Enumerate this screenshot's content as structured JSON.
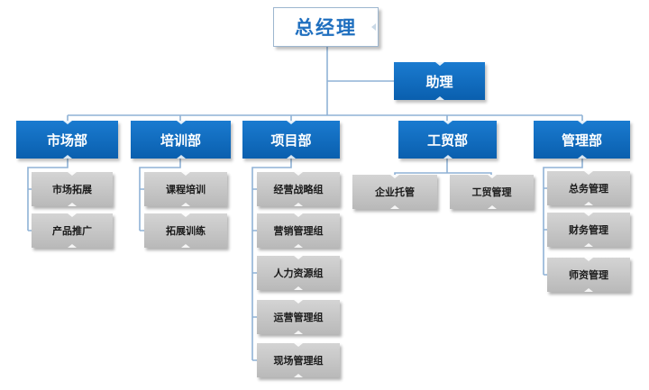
{
  "colors": {
    "accent": "#0a6bc2",
    "connector": "#8fb2d6",
    "grey_box": "#c4c4c4"
  },
  "ceo": "总经理",
  "assistant": "助理",
  "departments": [
    {
      "name": "市场部",
      "teams": [
        "市场拓展",
        "产品推广"
      ]
    },
    {
      "name": "培训部",
      "teams": [
        "课程培训",
        "拓展训练"
      ]
    },
    {
      "name": "项目部",
      "teams": [
        "经营战略组",
        "营销管理组",
        "人力资源组",
        "运营管理组",
        "现场管理组"
      ]
    },
    {
      "name": "工贸部",
      "teams": [
        "企业托管",
        "工贸管理"
      ]
    },
    {
      "name": "管理部",
      "teams": [
        "总务管理",
        "财务管理",
        "师资管理"
      ]
    }
  ]
}
